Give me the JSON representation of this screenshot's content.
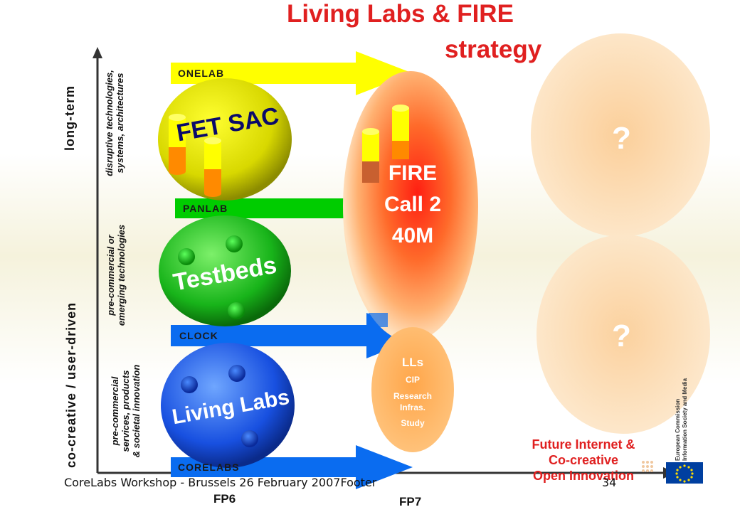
{
  "title": {
    "line1": "Living Labs & FIRE",
    "line2": "strategy"
  },
  "arrows": {
    "onelab": "ONELAB",
    "panlab": "PANLAB",
    "clock": "CLOCK",
    "corelabs": "CORELABS"
  },
  "circles": {
    "fet_sac": "FET SAC",
    "testbeds": "Testbeds",
    "living_labs": "Living Labs"
  },
  "fire": {
    "line1": "FIRE",
    "line2": "Call 2",
    "line3": "40M"
  },
  "lls": {
    "title": "LLs",
    "item1": "CIP",
    "item2": "Research",
    "item3": "Infras.",
    "item4": "Study"
  },
  "question": {
    "top": "?",
    "bottom": "?"
  },
  "future": {
    "line1": "Future Internet &",
    "line2": "Co-creative",
    "line3": "Open Innovation"
  },
  "axis": {
    "long_term": "long-term",
    "co_creative": "co-creative / user-driven",
    "disruptive_1": "disruptive technologies,",
    "disruptive_2": "systems, architectures",
    "precommercial_1": "pre-commercial or",
    "precommercial_2": "emerging technologies",
    "services_1": "pre-commercial",
    "services_2": "services, products",
    "services_3": "& societal innovation"
  },
  "timeline": {
    "fp6": "FP6",
    "fp7": "FP7"
  },
  "footer": {
    "text": "CoreLabs Workshop - Brussels 26 February 2007Footer",
    "page": "34"
  },
  "logo": {
    "line1": "European Commission",
    "line2": "Information Society and Media"
  },
  "colors": {
    "title": "#e02020",
    "onelab": "#ffff00",
    "panlab": "#00cc00",
    "clock": "#0a6cf0",
    "corelabs": "#0a6cf0",
    "fire_core": "#ff2a1a"
  }
}
